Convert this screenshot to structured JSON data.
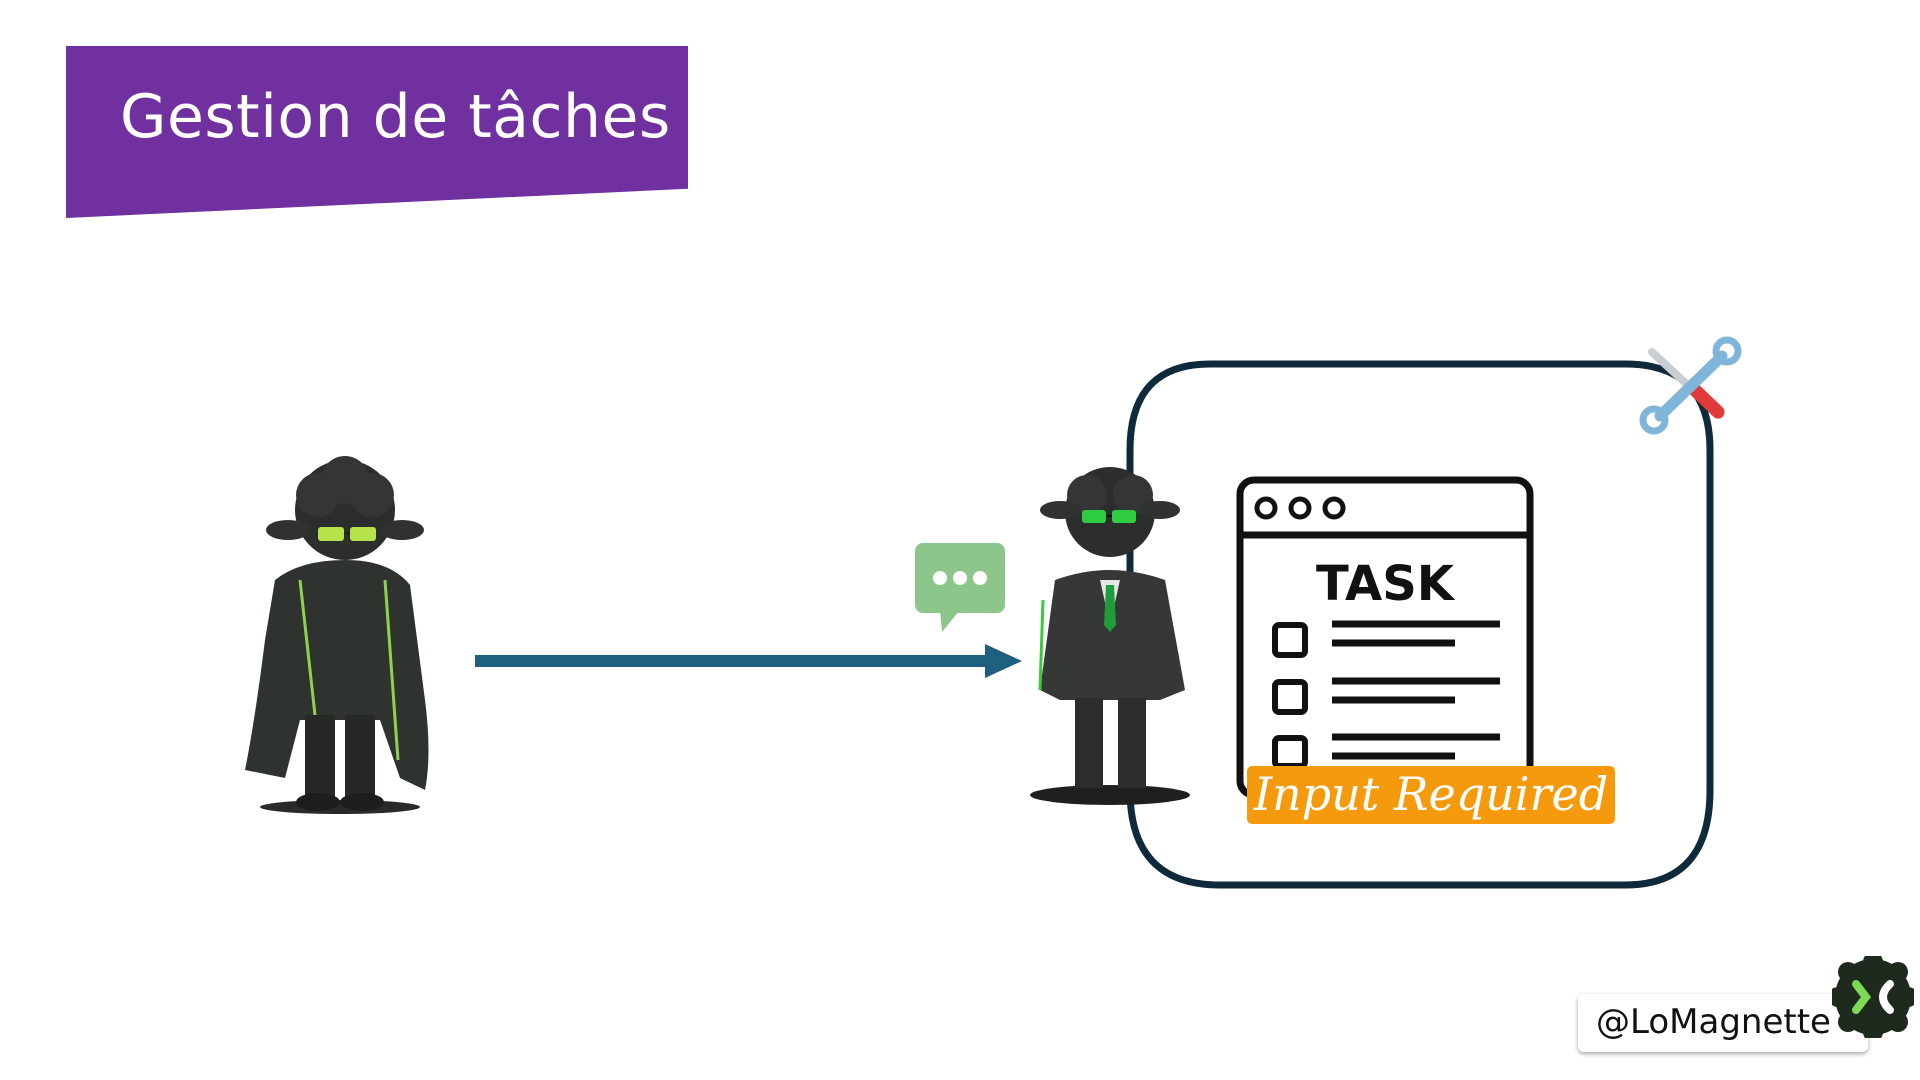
{
  "slide": {
    "title": "Gestion de tâches"
  },
  "task_card": {
    "heading": "TASK",
    "status_label": "Input Required"
  },
  "footer": {
    "handle": "@LoMagnette"
  },
  "icons": {
    "client": "sheep-agent-coat-icon",
    "agent": "sheep-agent-suit-icon",
    "message": "chat-bubble-icon",
    "tools": "wrench-screwdriver-icon",
    "brand": "brand-logo-icon"
  },
  "colors": {
    "banner": "#7030A0",
    "arrow": "#1F5F7F",
    "status": "#F59A0C",
    "card_border": "#0F2A3A",
    "chat_bubble": "#8CC68A"
  }
}
